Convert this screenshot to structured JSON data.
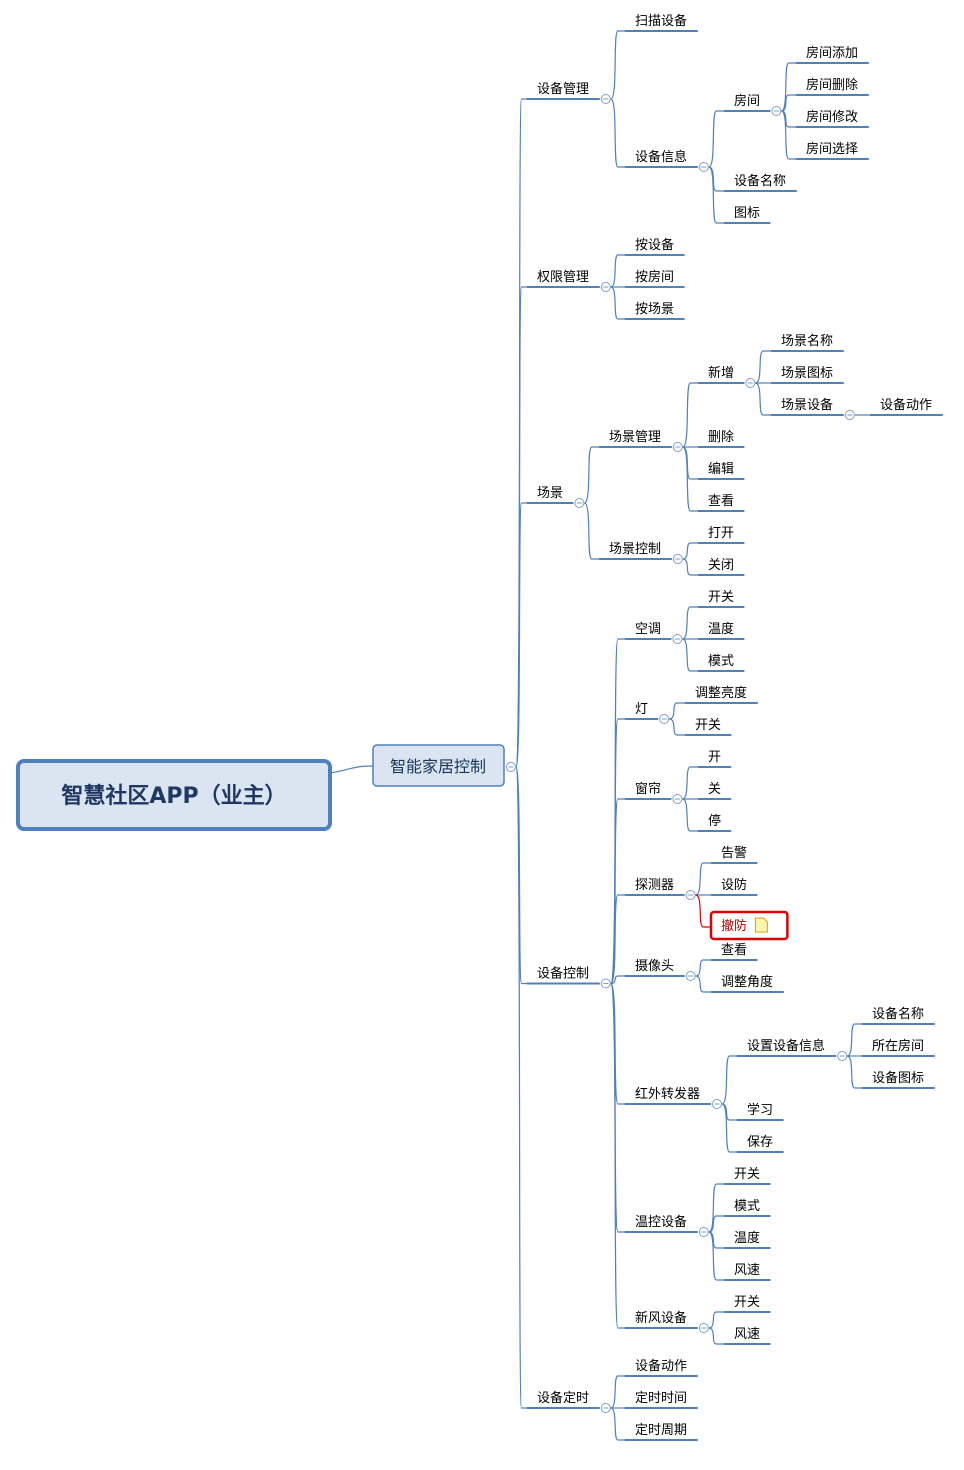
{
  "root": {
    "label": "智慧社区APP（业主）"
  },
  "main": {
    "label": "智能家居控制",
    "children": [
      {
        "label": "设备管理",
        "children": [
          {
            "label": "扫描设备"
          },
          {
            "label": "设备信息",
            "children": [
              {
                "label": "房间",
                "children": [
                  {
                    "label": "房间添加"
                  },
                  {
                    "label": "房间删除"
                  },
                  {
                    "label": "房间修改"
                  },
                  {
                    "label": "房间选择"
                  }
                ]
              },
              {
                "label": "设备名称"
              },
              {
                "label": "图标"
              }
            ]
          }
        ]
      },
      {
        "label": "权限管理",
        "children": [
          {
            "label": "按设备"
          },
          {
            "label": "按房间"
          },
          {
            "label": "按场景"
          }
        ]
      },
      {
        "label": "场景",
        "children": [
          {
            "label": "场景管理",
            "children": [
              {
                "label": "新增",
                "children": [
                  {
                    "label": "场景名称"
                  },
                  {
                    "label": "场景图标"
                  },
                  {
                    "label": "场景设备",
                    "children": [
                      {
                        "label": "设备动作"
                      }
                    ]
                  }
                ]
              },
              {
                "label": "删除"
              },
              {
                "label": "编辑"
              },
              {
                "label": "查看"
              }
            ]
          },
          {
            "label": "场景控制",
            "children": [
              {
                "label": "打开"
              },
              {
                "label": "关闭"
              }
            ]
          }
        ]
      },
      {
        "label": "设备控制",
        "children": [
          {
            "label": "空调",
            "children": [
              {
                "label": "开关"
              },
              {
                "label": "温度"
              },
              {
                "label": "模式"
              }
            ]
          },
          {
            "label": "灯",
            "children": [
              {
                "label": "调整亮度"
              },
              {
                "label": "开关"
              }
            ]
          },
          {
            "label": "窗帘",
            "children": [
              {
                "label": "开"
              },
              {
                "label": "关"
              },
              {
                "label": "停"
              }
            ]
          },
          {
            "label": "探测器",
            "children": [
              {
                "label": "告警"
              },
              {
                "label": "设防"
              },
              {
                "label": "撤防",
                "highlight": true,
                "note": true
              }
            ]
          },
          {
            "label": "摄像头",
            "children": [
              {
                "label": "查看"
              },
              {
                "label": "调整角度"
              }
            ]
          },
          {
            "label": "红外转发器",
            "children": [
              {
                "label": "设置设备信息",
                "children": [
                  {
                    "label": "设备名称"
                  },
                  {
                    "label": "所在房间"
                  },
                  {
                    "label": "设备图标"
                  }
                ]
              },
              {
                "label": "学习"
              },
              {
                "label": "保存"
              }
            ]
          },
          {
            "label": "温控设备",
            "children": [
              {
                "label": "开关"
              },
              {
                "label": "模式"
              },
              {
                "label": "温度"
              },
              {
                "label": "风速"
              }
            ]
          },
          {
            "label": "新风设备",
            "children": [
              {
                "label": "开关"
              },
              {
                "label": "风速"
              }
            ]
          }
        ]
      },
      {
        "label": "设备定时",
        "children": [
          {
            "label": "设备动作"
          },
          {
            "label": "定时时间"
          },
          {
            "label": "定时周期"
          }
        ]
      }
    ]
  },
  "colors": {
    "line": "#4f81bd",
    "box_fill": "#dbe5f1",
    "highlight": "#e00000"
  },
  "icons": {
    "collapse": "collapse-toggle-icon",
    "note": "note-icon"
  }
}
